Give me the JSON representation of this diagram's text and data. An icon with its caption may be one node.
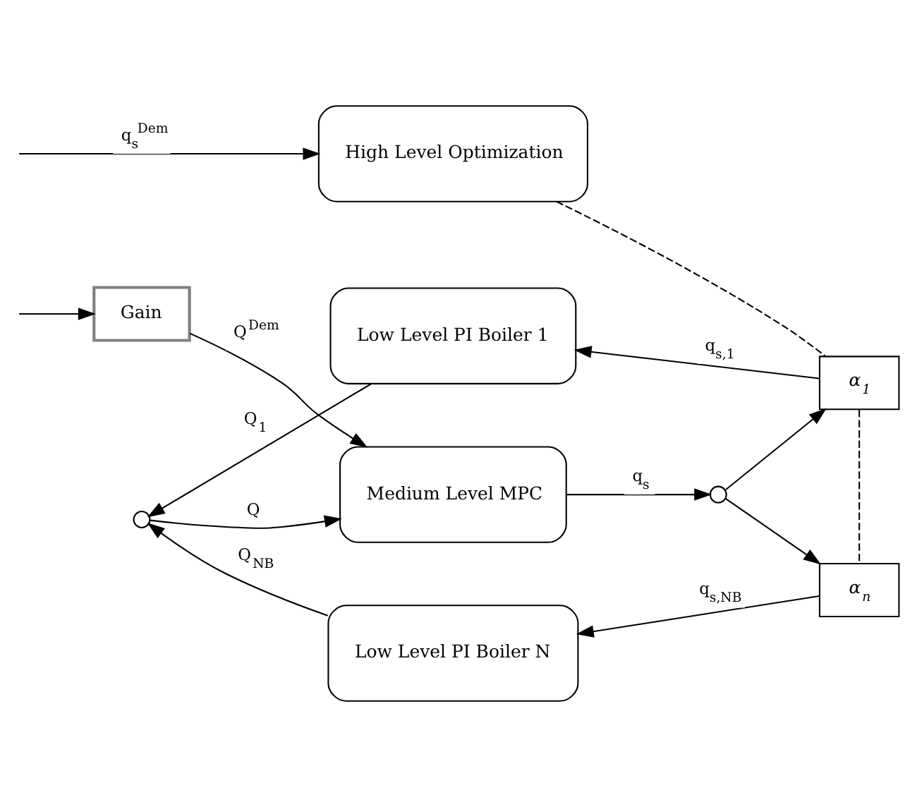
{
  "diagram": {
    "nodes": [
      {
        "text": [
          "High Level Optimization"
        ]
      },
      {
        "text": [
          "Gain"
        ]
      },
      {
        "text": [
          "Medium Level MPC"
        ]
      },
      {
        "text": [
          "α$_{1}$"
        ]
      },
      {
        "text": [
          "Low Level PI Boiler 1"
        ]
      },
      {
        "text": [
          "α$_{n}$"
        ]
      },
      {
        "text": [
          "Low Level PI Boiler N"
        ]
      },
      {
        "text": [],
        "shape": "circle"
      },
      {
        "text": [],
        "shape": "circle"
      }
    ],
    "edges": [
      {
        "from": null,
        "to": 0,
        "arrow": "to",
        "label": "q$_{s}$$^{Dem}$"
      },
      {
        "from": null,
        "to": 1,
        "arrow": "to"
      },
      {
        "from": 1,
        "to": 2,
        "arrow": "to",
        "label": "Q$^{Dem}$"
      },
      {
        "from": 0,
        "to": 3,
        "arrow": "none",
        "style": "dashed"
      },
      {
        "from": 3,
        "to": 5,
        "arrow": "none",
        "style": "dashed"
      },
      {
        "from": 2,
        "to": 7,
        "arrow": "to",
        "label": "q$_{s}$"
      },
      {
        "from": 7,
        "to": 3,
        "arrow": "to"
      },
      {
        "from": 7,
        "to": 5,
        "arrow": "to"
      },
      {
        "from": 3,
        "to": 4,
        "arrow": "to",
        "label": "q$_{s,1}$"
      },
      {
        "from": 5,
        "to": 6,
        "arrow": "to",
        "label": "q$_{s,NB}$"
      },
      {
        "from": 4,
        "to": 8,
        "arrow": "to",
        "label": "Q$_{1}$"
      },
      {
        "from": 6,
        "to": 8,
        "arrow": "to",
        "label": "Q$_{NB}$"
      },
      {
        "from": 8,
        "to": 2,
        "arrow": "to",
        "label": "Q"
      }
    ]
  }
}
